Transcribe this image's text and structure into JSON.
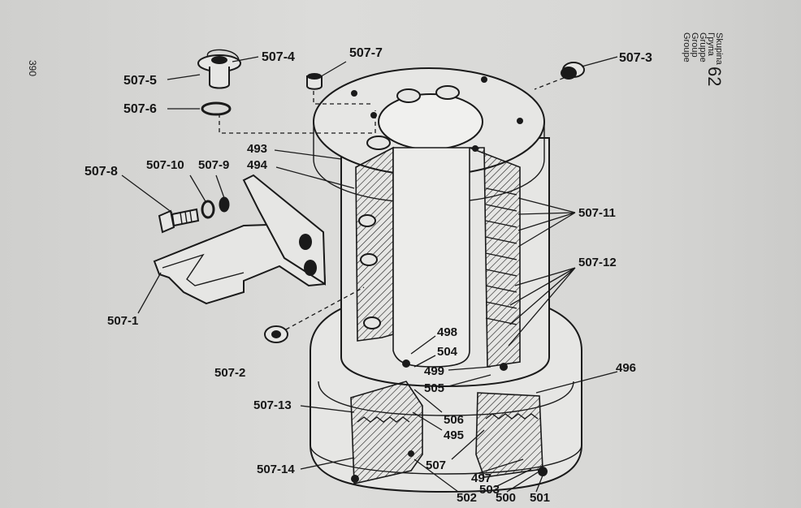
{
  "page_number": "390",
  "group": {
    "number": "62",
    "names": [
      "Skupina",
      "Група",
      "Gruppe",
      "Group",
      "Groupe"
    ]
  },
  "callouts": {
    "c507_4": "507-4",
    "c507_7": "507-7",
    "c507_3": "507-3",
    "c507_5": "507-5",
    "c507_6": "507-6",
    "c493": "493",
    "c494": "494",
    "c507_8": "507-8",
    "c507_10": "507-10",
    "c507_9": "507-9",
    "c507_11": "507-11",
    "c507_12": "507-12",
    "c507_1": "507-1",
    "c498": "498",
    "c504": "504",
    "c499": "499",
    "c505": "505",
    "c496": "496",
    "c507_2": "507-2",
    "c507_13": "507-13",
    "c506": "506",
    "c495": "495",
    "c507_14": "507-14",
    "c507": "507",
    "c497": "497",
    "c502": "502",
    "c503": "503",
    "c500": "500",
    "c501": "501"
  }
}
